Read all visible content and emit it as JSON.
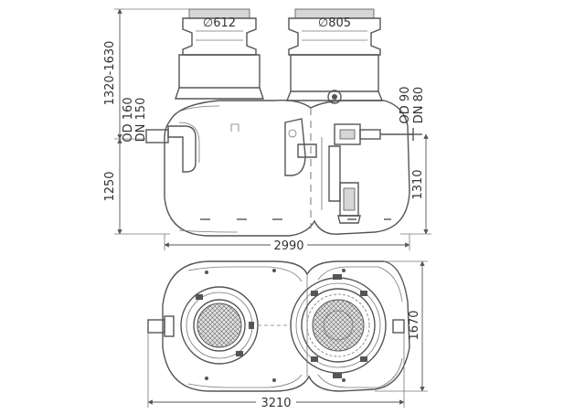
{
  "labels": {
    "dia_left": "∅612",
    "dia_right": "∅805",
    "height_riser": "1320-1630",
    "od_left": "OD 160",
    "dn_left": "DN 150",
    "od_right": "OD 90",
    "dn_right": "DN 80",
    "height_total_left": "1250",
    "height_total_right": "1310",
    "length_top": "2990",
    "length_bottom": "3210",
    "width_plan": "1670"
  },
  "colors": {
    "line": "#555555",
    "fill_light": "#d6d6d6"
  }
}
